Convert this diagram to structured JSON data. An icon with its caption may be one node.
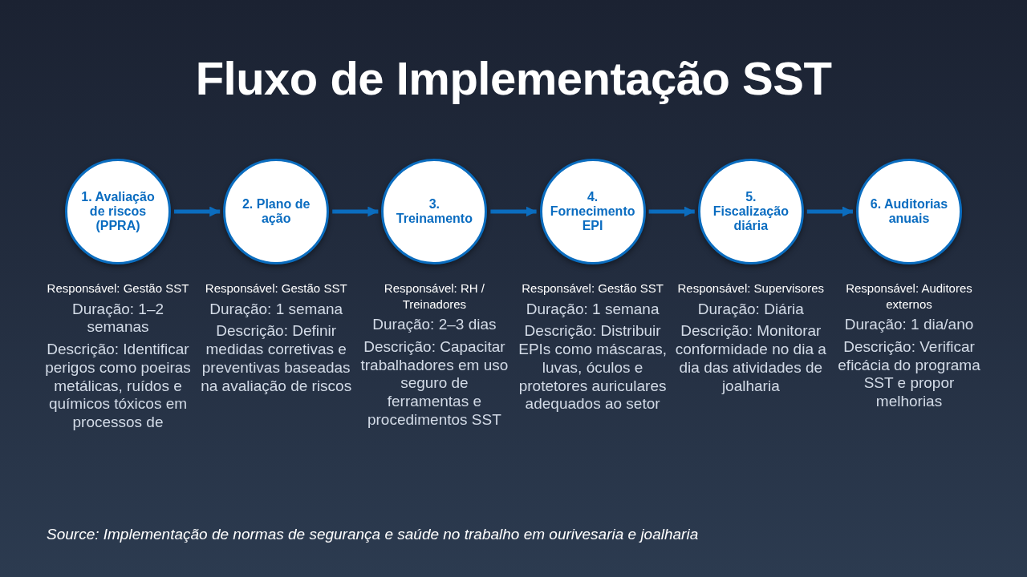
{
  "diagram": {
    "title": "Fluxo de Implementação SST",
    "nodes": [
      {
        "text": [
          "1. Avaliação de riscos (PPRA)"
        ],
        "beside": [
          "Responsável: Gestão SST",
          "Duração: 1–2 semanas",
          "Descrição: Identificar perigos como poeiras metálicas, ruídos e químicos tóxicos em processos de"
        ]
      },
      {
        "text": [
          "2. Plano de ação"
        ],
        "beside": [
          "Responsável: Gestão SST",
          "Duração: 1 semana",
          "Descrição: Definir medidas corretivas e preventivas baseadas na avaliação de riscos"
        ]
      },
      {
        "text": [
          "3. Treinamento"
        ],
        "beside": [
          "Responsável: RH / Treinadores",
          "Duração: 2–3 dias",
          "Descrição: Capacitar trabalhadores em uso seguro de ferramentas e procedimentos SST"
        ]
      },
      {
        "text": [
          "4. Fornecimento EPI"
        ],
        "beside": [
          "Responsável: Gestão SST",
          "Duração: 1 semana",
          "Descrição: Distribuir EPIs como máscaras, luvas, óculos e protetores auriculares adequados ao setor"
        ]
      },
      {
        "text": [
          "5. Fiscalização diária"
        ],
        "beside": [
          "Responsável: Supervisores",
          "Duração: Diária",
          "Descrição: Monitorar conformidade no dia a dia das atividades de joalharia"
        ]
      },
      {
        "text": [
          "6. Auditorias anuais"
        ],
        "beside": [
          "Responsável: Auditores externos",
          "Duração: 1 dia/ano",
          "Descrição: Verificar eficácia do programa SST e propor melhorias"
        ]
      }
    ],
    "edges": [
      {
        "from": 0,
        "to": 1,
        "arrow": "to"
      },
      {
        "from": 1,
        "to": 2,
        "arrow": "to"
      },
      {
        "from": 2,
        "to": 3,
        "arrow": "to"
      },
      {
        "from": 3,
        "to": 4,
        "arrow": "to"
      },
      {
        "from": 4,
        "to": 5,
        "arrow": "to"
      }
    ],
    "caption": "Source: Implementação de normas de segurança e saúde no trabalho em ourivesaria e joalharia"
  }
}
